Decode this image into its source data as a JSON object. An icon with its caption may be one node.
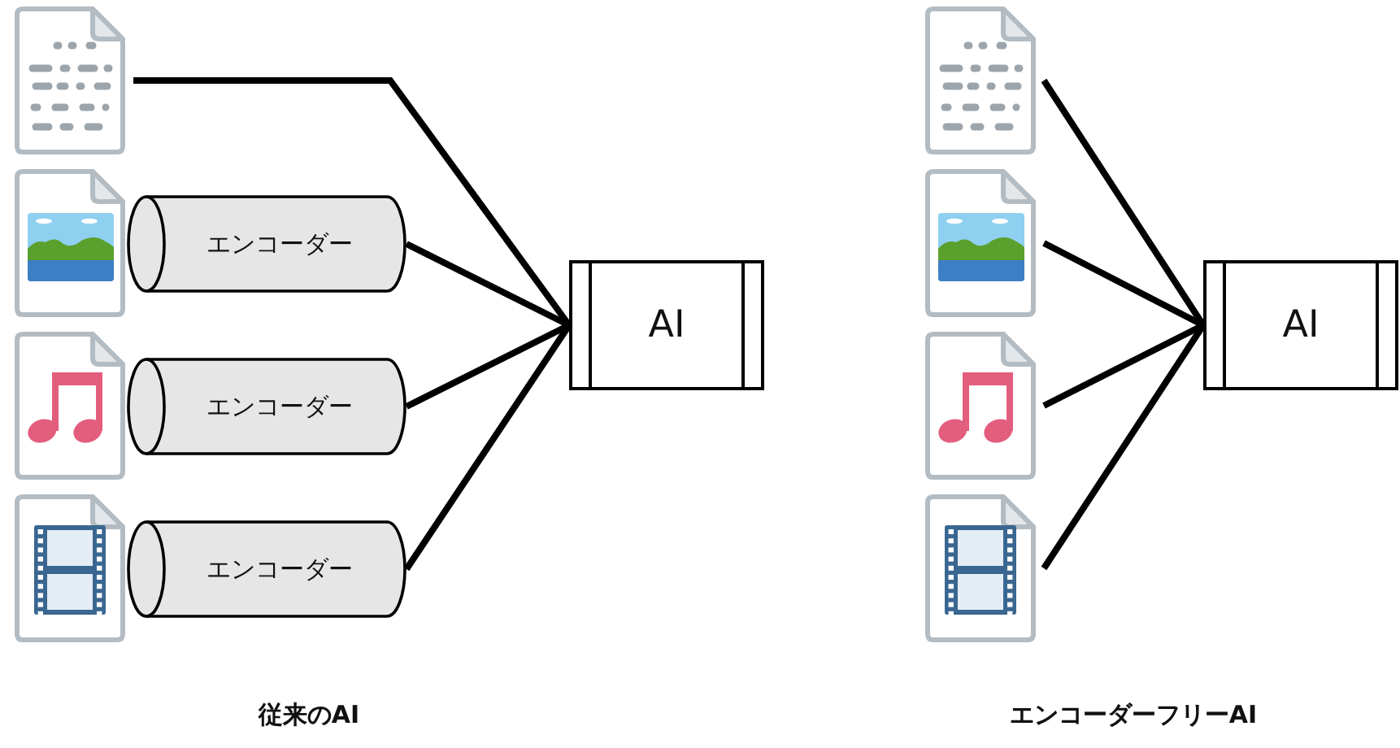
{
  "diagram": {
    "nodes": [
      {
        "text": [],
        "shape": "picture"
      },
      {
        "text": [],
        "shape": "picture"
      },
      {
        "text": [
          "エンコーダー"
        ]
      },
      {
        "text": [],
        "shape": "picture"
      },
      {
        "text": [
          "エンコーダー"
        ]
      },
      {
        "text": [],
        "shape": "picture"
      },
      {
        "text": [
          "エンコーダー"
        ]
      },
      {
        "text": [
          "AI"
        ]
      },
      {
        "text": [],
        "shape": "picture"
      },
      {
        "text": [],
        "shape": "picture"
      },
      {
        "text": [],
        "shape": "picture"
      },
      {
        "text": [],
        "shape": "picture"
      },
      {
        "text": [
          "AI"
        ]
      }
    ],
    "edges": [
      {
        "from": 0,
        "to": 7,
        "arrow": "none"
      },
      {
        "from": 2,
        "to": 7,
        "arrow": "none"
      },
      {
        "from": 4,
        "to": 7,
        "arrow": "none"
      },
      {
        "from": 6,
        "to": 7,
        "arrow": "none"
      },
      {
        "from": 8,
        "to": 12,
        "arrow": "none"
      },
      {
        "from": 9,
        "to": 12,
        "arrow": "none"
      },
      {
        "from": 10,
        "to": 12,
        "arrow": "none"
      },
      {
        "from": 11,
        "to": 12,
        "arrow": "none"
      }
    ],
    "labels": [
      "従来のAI",
      "エンコーダーフリーAI"
    ]
  }
}
